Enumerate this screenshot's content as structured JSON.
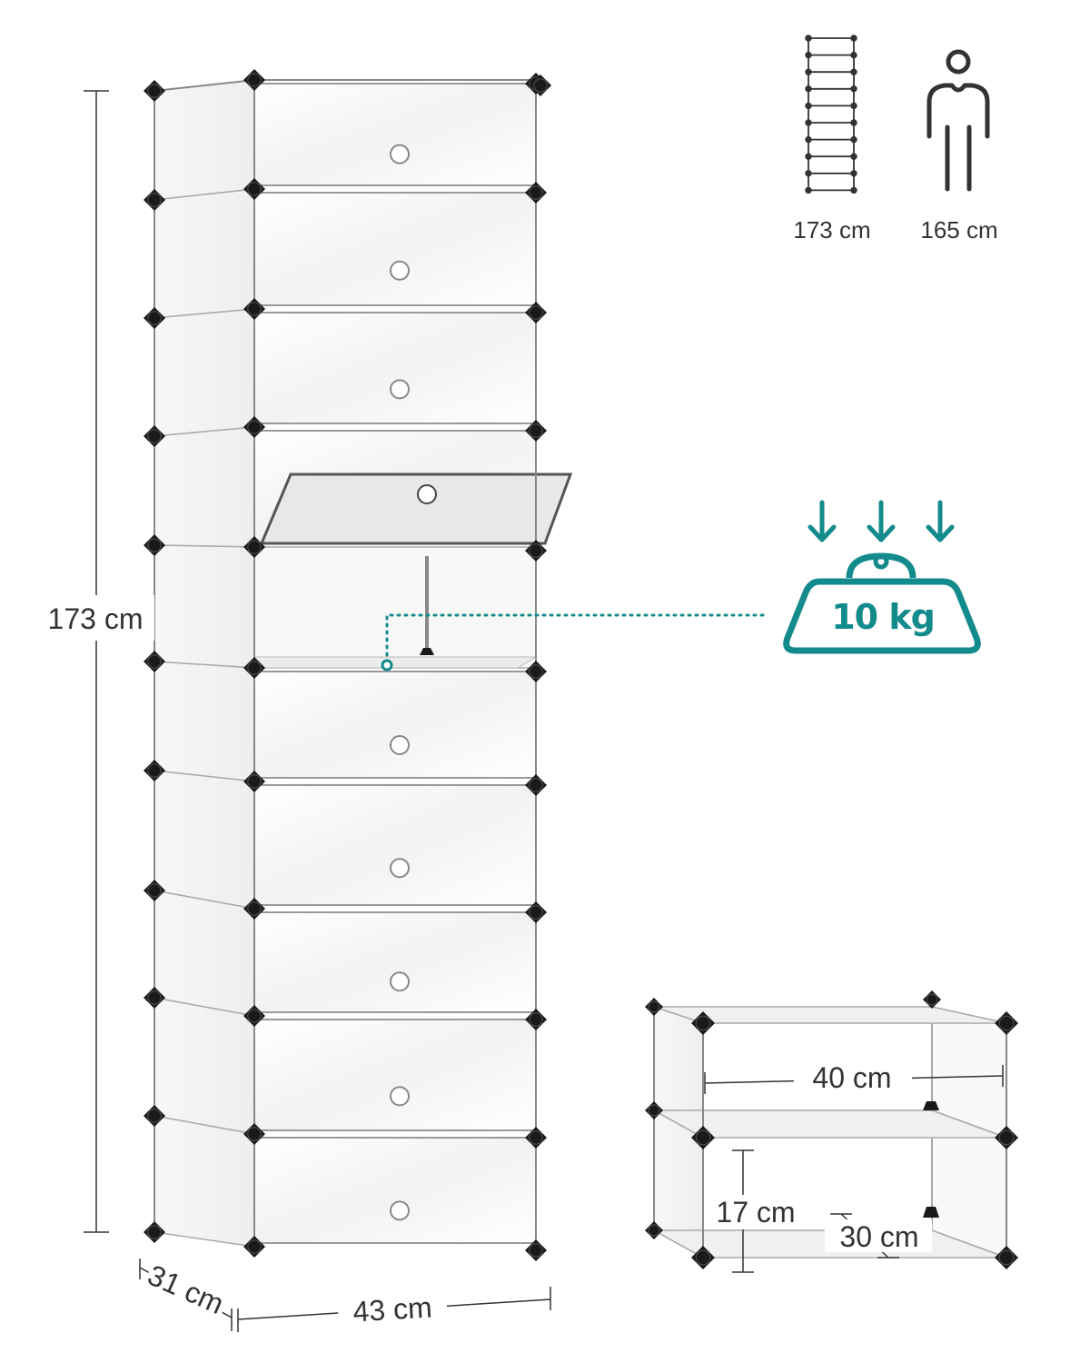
{
  "dimensions": {
    "height_label": "173 cm",
    "width_label": "43 cm",
    "depth_label": "31 cm"
  },
  "comparison": {
    "rack_label": "173 cm",
    "person_label": "165 cm"
  },
  "load": {
    "label": "10 kg",
    "color": "#138a8c"
  },
  "module": {
    "width_label": "40 cm",
    "height_label": "17 cm",
    "depth_label": "30 cm"
  },
  "colors": {
    "connector": "#1a1a1a",
    "panel": "#f4f4f4",
    "text": "#333333",
    "accent": "#138a8c"
  }
}
